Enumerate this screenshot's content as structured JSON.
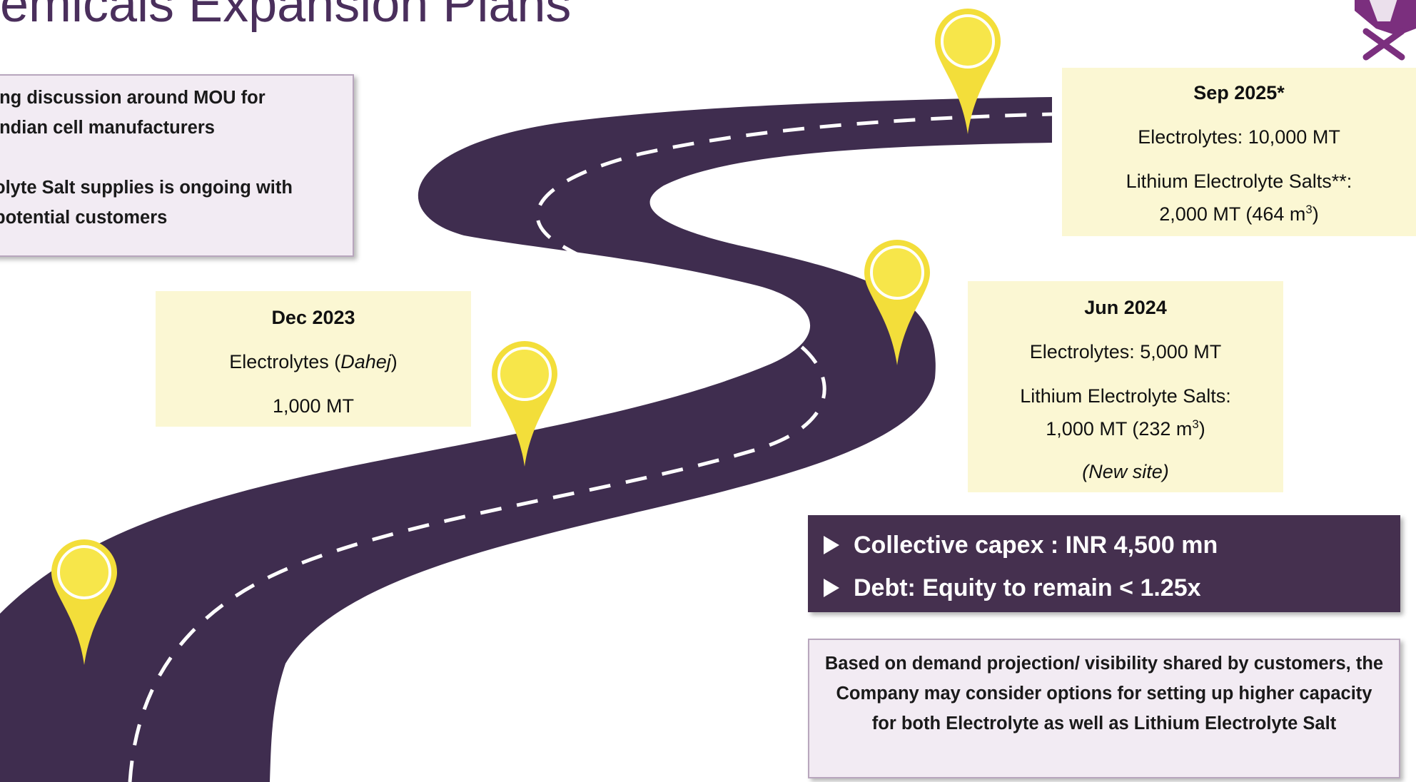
{
  "title": "emicals Expansion Plans",
  "top_note": {
    "line1": "ing discussion around MOU for",
    "line2": "Indian cell manufacturers",
    "line3": "olyte Salt supplies is ongoing with",
    "line4": "potential customers"
  },
  "milestones": {
    "dec2023": {
      "date": "Dec 2023",
      "line1_prefix": "Electrolytes (",
      "line1_site": "Dahej",
      "line1_suffix": ")",
      "line2": "1,000 MT"
    },
    "jun2024": {
      "date": "Jun 2024",
      "line1": "Electrolytes: 5,000 MT",
      "line2": "Lithium Electrolyte Salts:",
      "line3_value": "1,000 MT (232 m",
      "line3_sup": "3",
      "line3_end": ")",
      "line4": "(New site)"
    },
    "sep2025": {
      "date": "Sep 2025*",
      "line1": "Electrolytes: 10,000 MT",
      "line2": "Lithium Electrolyte Salts**:",
      "line3_value": "2,000 MT (464 m",
      "line3_sup": "3",
      "line3_end": ")"
    }
  },
  "capex": {
    "item1": "Collective capex : INR 4,500 mn",
    "item2": "Debt: Equity to remain < 1.25x"
  },
  "bottom_note": "Based on demand projection/ visibility shared by customers, the Company may consider options for setting up higher capacity for both Electrolyte as well as Lithium Electrolyte Salt",
  "colors": {
    "road": "#3f2d4f",
    "pin": "#f3de3a",
    "accent_box": "#45304f",
    "milestone_box": "#fbf7d3",
    "note_box": "#f2ebf3"
  }
}
